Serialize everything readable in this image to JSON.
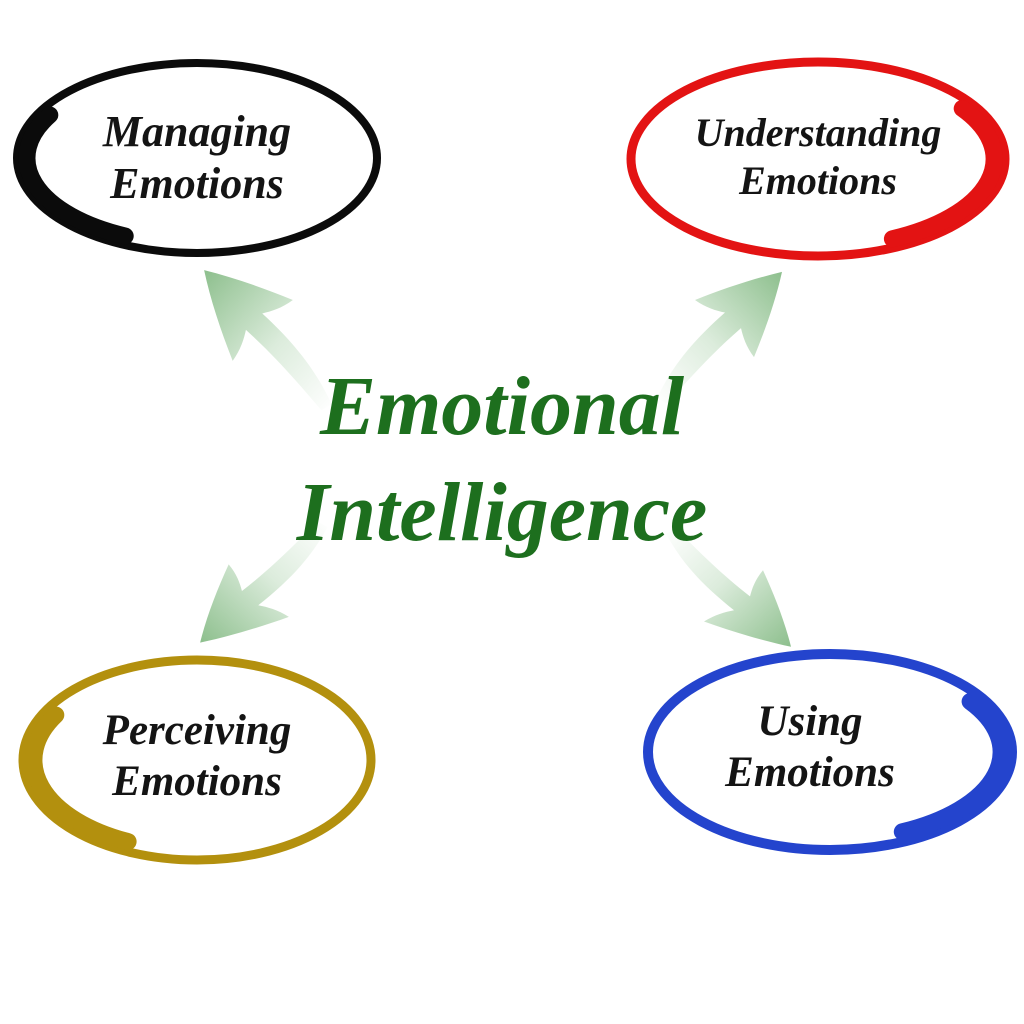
{
  "background": "#ffffff",
  "title": {
    "text": "Emotional\nIntelligence",
    "color": "#1d6f1e"
  },
  "nodes": [
    {
      "id": "managing-emotions",
      "label": "Managing\nEmotions",
      "ring_color": "#0b0b0b",
      "position": "top-left"
    },
    {
      "id": "understanding-emotions",
      "label": "Understanding\nEmotions",
      "ring_color": "#e31313",
      "position": "top-right"
    },
    {
      "id": "perceiving-emotions",
      "label": "Perceiving\nEmotions",
      "ring_color": "#b3900e",
      "position": "bottom-left"
    },
    {
      "id": "using-emotions",
      "label": "Using\nEmotions",
      "ring_color": "#2444cd",
      "position": "bottom-right"
    }
  ],
  "label_color": "#141414",
  "arrows": {
    "direction": "center-outward",
    "head_color": "#8dbf8d",
    "mid_color": "#dcecdc",
    "tail_color": "#ffffff"
  }
}
